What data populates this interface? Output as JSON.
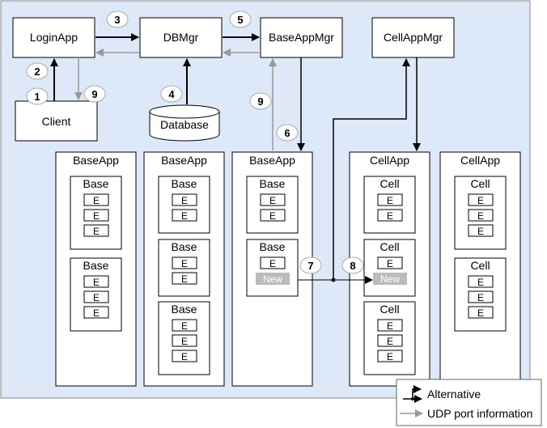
{
  "servers": {
    "login": "LoginApp",
    "dbmgr": "DBMgr",
    "baseappmgr": "BaseAppMgr",
    "cellappmgr": "CellAppMgr",
    "client": "Client",
    "database": "Database"
  },
  "baseapps": [
    {
      "title": "BaseApp",
      "groups": [
        {
          "title": "Base",
          "entities": [
            "E",
            "E",
            "E"
          ]
        },
        {
          "title": "Base",
          "entities": [
            "E",
            "E",
            "E"
          ]
        }
      ]
    },
    {
      "title": "BaseApp",
      "groups": [
        {
          "title": "Base",
          "entities": [
            "E",
            "E"
          ]
        },
        {
          "title": "Base",
          "entities": [
            "E",
            "E"
          ]
        },
        {
          "title": "Base",
          "entities": [
            "E",
            "E",
            "E"
          ]
        }
      ]
    },
    {
      "title": "BaseApp",
      "groups": [
        {
          "title": "Base",
          "entities": [
            "E",
            "E"
          ]
        },
        {
          "title": "Base",
          "entities": [
            "E"
          ],
          "new_label": "New"
        }
      ]
    }
  ],
  "cellapps": [
    {
      "title": "CellApp",
      "groups": [
        {
          "title": "Cell",
          "entities": [
            "E",
            "E"
          ]
        },
        {
          "title": "Cell",
          "entities": [
            "E"
          ],
          "new_label": "New"
        },
        {
          "title": "Cell",
          "entities": [
            "E",
            "E",
            "E"
          ]
        }
      ]
    },
    {
      "title": "CellApp",
      "groups": [
        {
          "title": "Cell",
          "entities": [
            "E",
            "E",
            "E"
          ]
        },
        {
          "title": "Cell",
          "entities": [
            "E",
            "E",
            "E"
          ]
        }
      ]
    }
  ],
  "steps": [
    "1",
    "2",
    "3",
    "4",
    "5",
    "6",
    "7",
    "8",
    "9",
    "9"
  ],
  "legend": {
    "alternative": "Alternative",
    "udp": "UDP port information"
  },
  "colors": {
    "background": "#dde8f8",
    "border": "#888888",
    "box": "#ffffff",
    "new_fill": "#bbbbbb",
    "udp_arrow": "#999999"
  }
}
